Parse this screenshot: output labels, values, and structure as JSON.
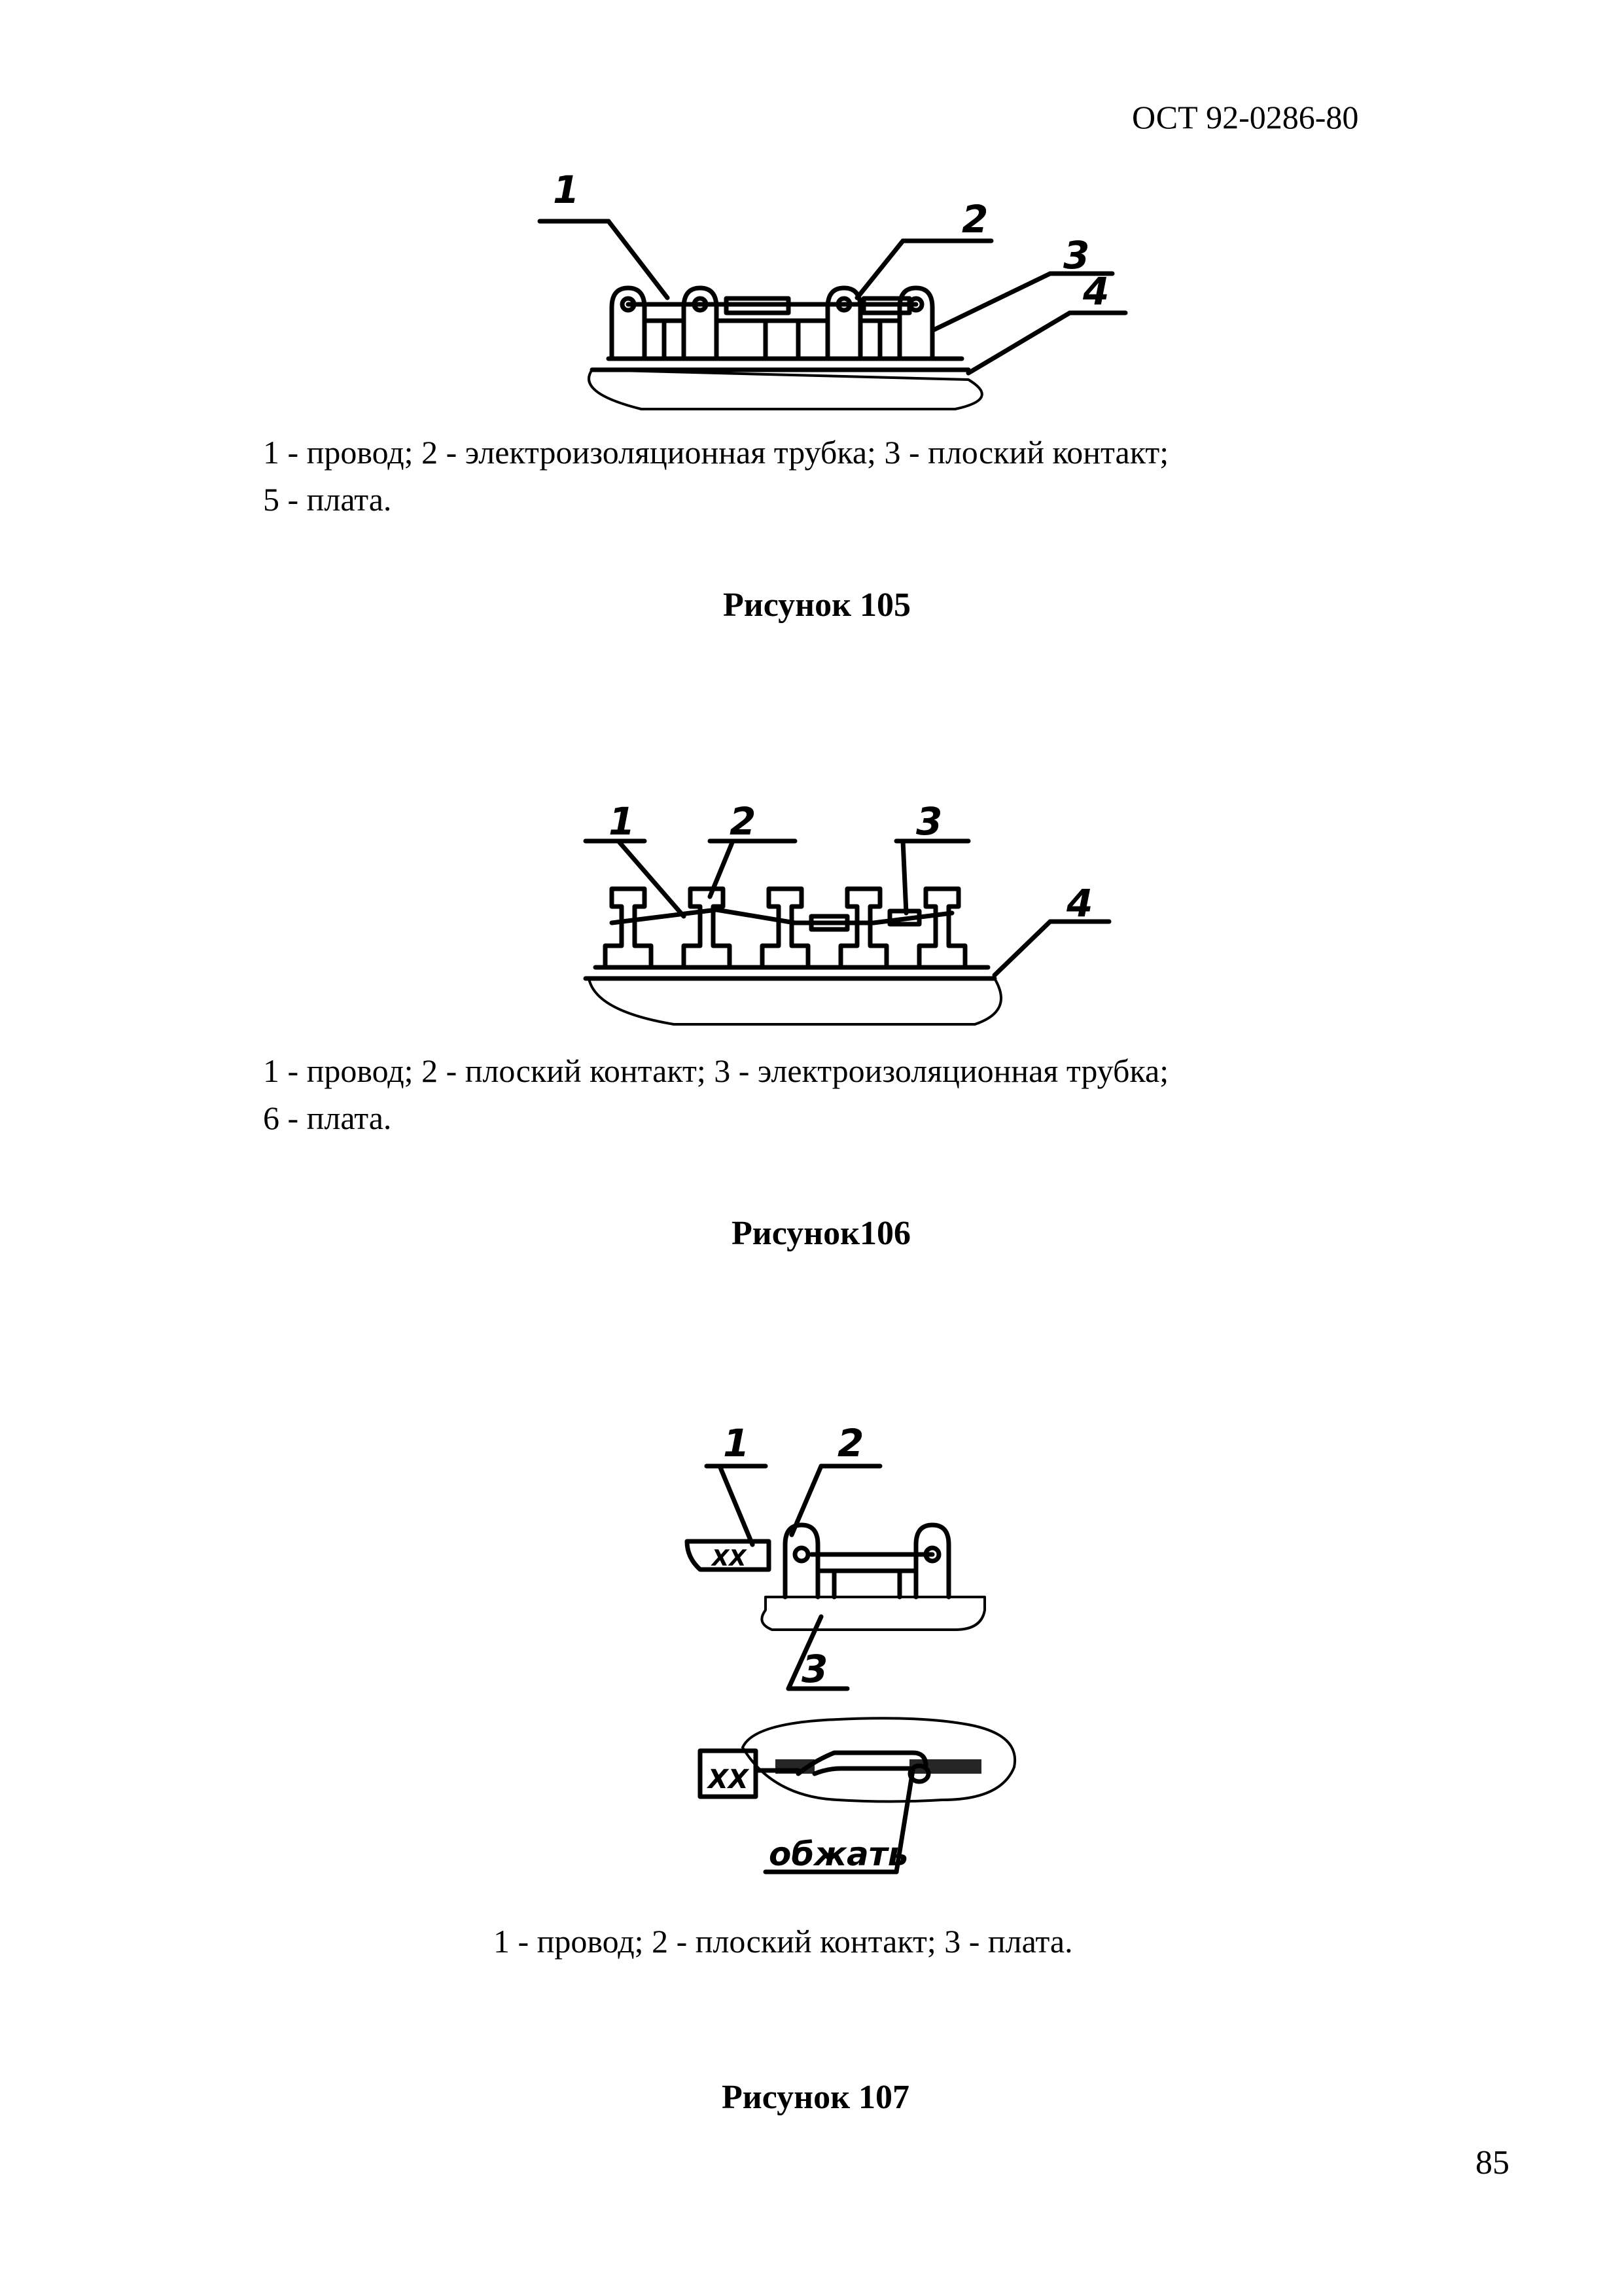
{
  "header": {
    "doc_code": "ОСТ 92-0286-80"
  },
  "figures": [
    {
      "callouts": [
        "1",
        "2",
        "3",
        "4"
      ],
      "legend": [
        "1 - провод; 2 - электроизоляционная трубка; 3 - плоский контакт;",
        "5  - плата."
      ],
      "caption": "Рисунок 105"
    },
    {
      "callouts": [
        "1",
        "2",
        "3",
        "4"
      ],
      "legend": [
        "1 - провод; 2 - плоский контакт; 3 - электроизоляционная трубка;",
        "6  - плата."
      ],
      "caption": "Рисунок106"
    },
    {
      "callouts": [
        "1",
        "2",
        "3"
      ],
      "crimp_label": "обжать",
      "wire_mark": "ХХ",
      "legend": [
        "1 - провод; 2 - плоский контакт; 3 - плата."
      ],
      "caption": "Рисунок  107"
    }
  ],
  "page_number": "85"
}
